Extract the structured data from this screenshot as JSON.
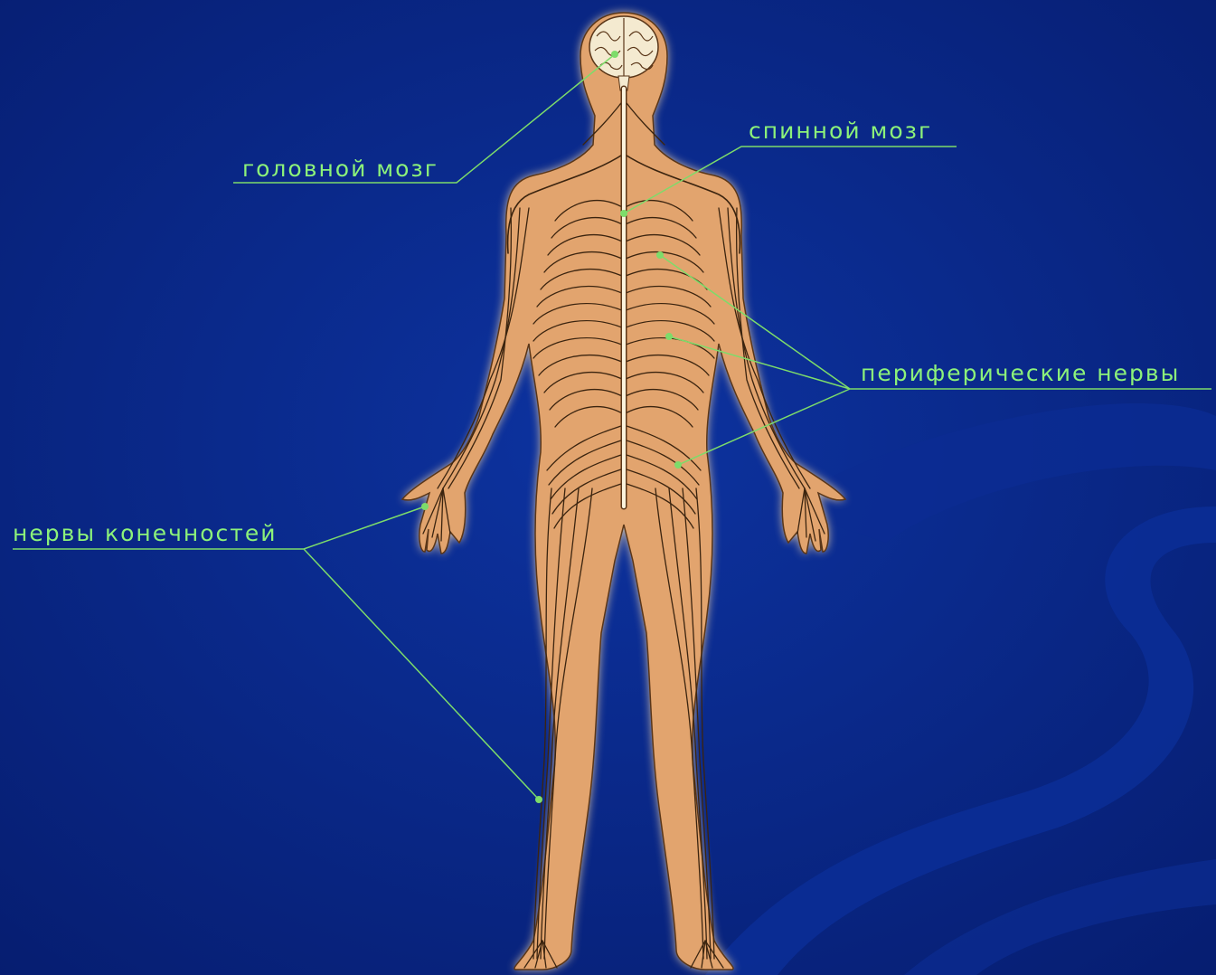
{
  "colors": {
    "background": "#0a2a8a",
    "skin": "#e2a46e",
    "skin_outline": "#5a3618",
    "glow": "#f3d6a8",
    "nerve": "#3b240f",
    "spine": "#fbf3dc",
    "label": "#8cf27a",
    "leader": "#7ddc6a"
  },
  "labels": {
    "brain": "головной мозг",
    "spinal_cord": "спинной мозг",
    "peripheral_nerves": "периферические нервы",
    "limb_nerves": "нервы конечностей"
  }
}
